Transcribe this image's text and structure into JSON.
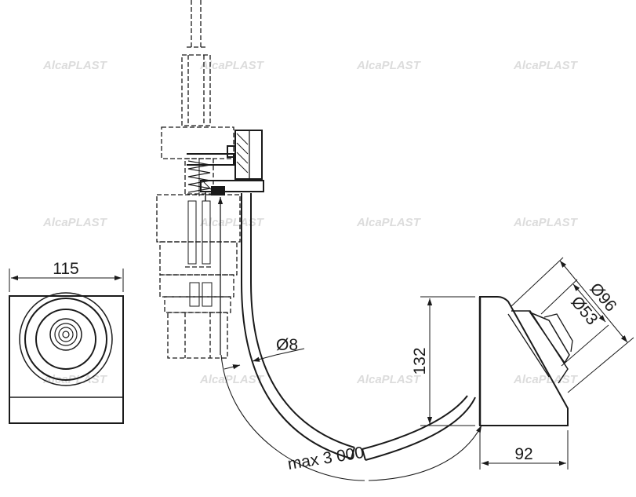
{
  "dimensions": {
    "button_width": "115",
    "hose_diameter": "Ø8",
    "hose_length": "max 3 000",
    "button_height": "132",
    "button_depth": "92",
    "outer_diameter": "Ø96",
    "inner_diameter": "Ø53"
  },
  "watermark": "AlcaPLAST"
}
